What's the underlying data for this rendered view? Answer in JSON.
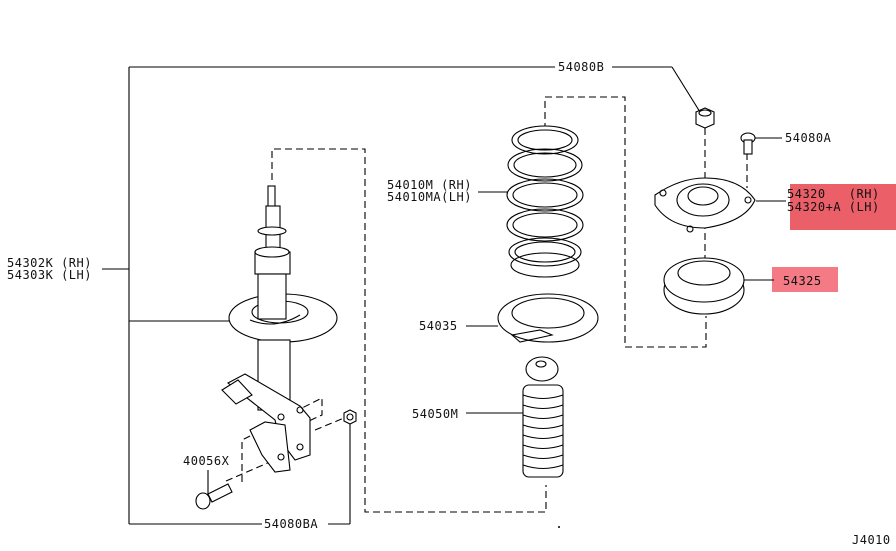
{
  "diagram": {
    "title_code": "J4010",
    "parts": [
      {
        "id": "strut",
        "lines": [
          "54302K (RH)",
          "54303K (LH)"
        ]
      },
      {
        "id": "nut-top",
        "lines": [
          "54080B"
        ]
      },
      {
        "id": "bolt-mount",
        "lines": [
          "54080A"
        ]
      },
      {
        "id": "spring",
        "lines": [
          "54010M (RH)",
          "54010MA(LH)"
        ]
      },
      {
        "id": "mount-insulator",
        "lines": [
          "54320   (RH)",
          "54320+A (LH)"
        ],
        "highlighted": true
      },
      {
        "id": "bearing",
        "lines": [
          "54325"
        ],
        "highlighted": true
      },
      {
        "id": "spring-seat",
        "lines": [
          "54035"
        ]
      },
      {
        "id": "bound-bumper",
        "lines": [
          "54050M"
        ]
      },
      {
        "id": "bolt-knuckle",
        "lines": [
          "40056X"
        ]
      },
      {
        "id": "nut-knuckle",
        "lines": [
          "54080BA"
        ]
      }
    ],
    "highlight_color": "#e8434f"
  }
}
